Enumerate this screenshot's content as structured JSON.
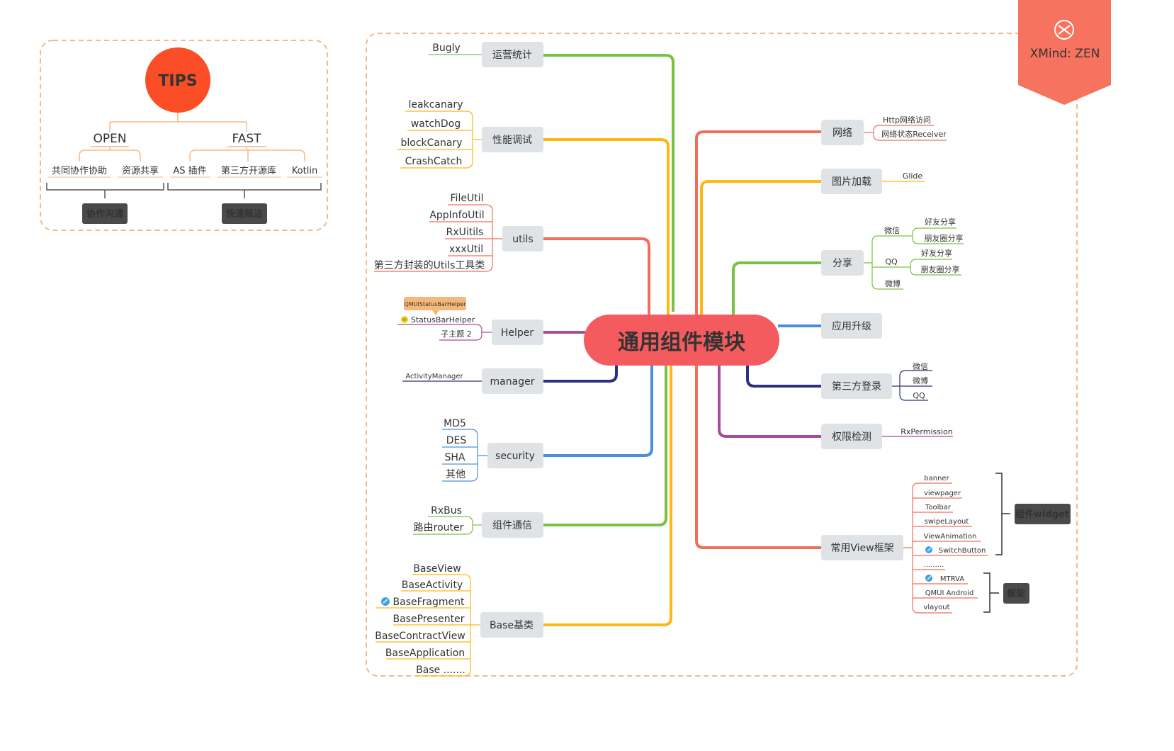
{
  "tips": {
    "title": "TIPS",
    "open": {
      "label": "OPEN",
      "items": [
        "共同协作协助",
        "资源共享"
      ],
      "tag": "协作沟通"
    },
    "fast": {
      "label": "FAST",
      "items": [
        "AS 插件",
        "第三方开源库",
        "Kotlin"
      ],
      "tag": "快速简洁"
    }
  },
  "watermark": {
    "text": "XMind: ZEN"
  },
  "central": {
    "label": "通用组件模块"
  },
  "left_branches": [
    {
      "label": "运营统计",
      "color": "#7ac143",
      "leaves": [
        "Bugly"
      ]
    },
    {
      "label": "性能调试",
      "color": "#fdb813",
      "leaves": [
        "leakcanary",
        "watchDog",
        "blockCanary",
        "CrashCatch"
      ]
    },
    {
      "label": "utils",
      "color": "#f26d5b",
      "leaves": [
        "FileUtil",
        "AppInfoUtil",
        "RxUitils",
        "xxxUtil",
        "第三方封装的Utils工具类"
      ]
    },
    {
      "label": "Helper",
      "color": "#a94b9c",
      "leaves": [
        "StatusBarHelper",
        "子主题 2"
      ],
      "callout": "QMUIStatusBarHelper"
    },
    {
      "label": "manager",
      "color": "#2e2f7f",
      "leaves": [
        "ActivityManager"
      ]
    },
    {
      "label": "security",
      "color": "#4a90d9",
      "leaves": [
        "MD5",
        "DES",
        "SHA",
        "其他"
      ]
    },
    {
      "label": "组件通信",
      "color": "#7ac143",
      "leaves": [
        "RxBus",
        "路由router"
      ]
    },
    {
      "label": "Base基类",
      "color": "#fdb813",
      "leaves": [
        "BaseView",
        "BaseActivity",
        "BaseFragment",
        "BasePresenter",
        "BaseContractView",
        "BaseApplication",
        "Base ......."
      ]
    }
  ],
  "right_branches": [
    {
      "label": "网络",
      "color": "#f26d5b",
      "leaves": [
        "Http网络访问",
        "网络状态Receiver"
      ]
    },
    {
      "label": "图片加载",
      "color": "#fdb813",
      "leaves": [
        "Glide"
      ]
    },
    {
      "label": "分享",
      "color": "#7ac143",
      "groups": [
        {
          "label": "微信",
          "leaves": [
            "好友分享",
            "朋友圈分享"
          ]
        },
        {
          "label": "QQ",
          "leaves": [
            "好友分享",
            "朋友圈分享"
          ]
        },
        {
          "label": "微博",
          "leaves": []
        }
      ]
    },
    {
      "label": "应用升级",
      "color": "#4a90d9",
      "leaves": []
    },
    {
      "label": "第三方登录",
      "color": "#2e2f7f",
      "leaves": [
        "微信",
        "微博",
        "QQ"
      ]
    },
    {
      "label": "权限检测",
      "color": "#a94b9c",
      "leaves": [
        "RxPermission"
      ]
    },
    {
      "label": "常用View框架",
      "color": "#f26d5b",
      "leaves": [
        "banner",
        "viewpager",
        "Toolbar",
        "swipeLayout",
        "ViewAnimation",
        "SwitchButton",
        ".........",
        "MTRVA",
        "QMUI Android",
        "vlayout"
      ],
      "summaries": [
        "组件widget",
        "框架"
      ]
    }
  ],
  "colors": {
    "tips_red": "#fc4e26",
    "frame_dash": "#f5b88a",
    "central_bg": "#f45b5e",
    "watermark_bg": "#f5735f"
  }
}
